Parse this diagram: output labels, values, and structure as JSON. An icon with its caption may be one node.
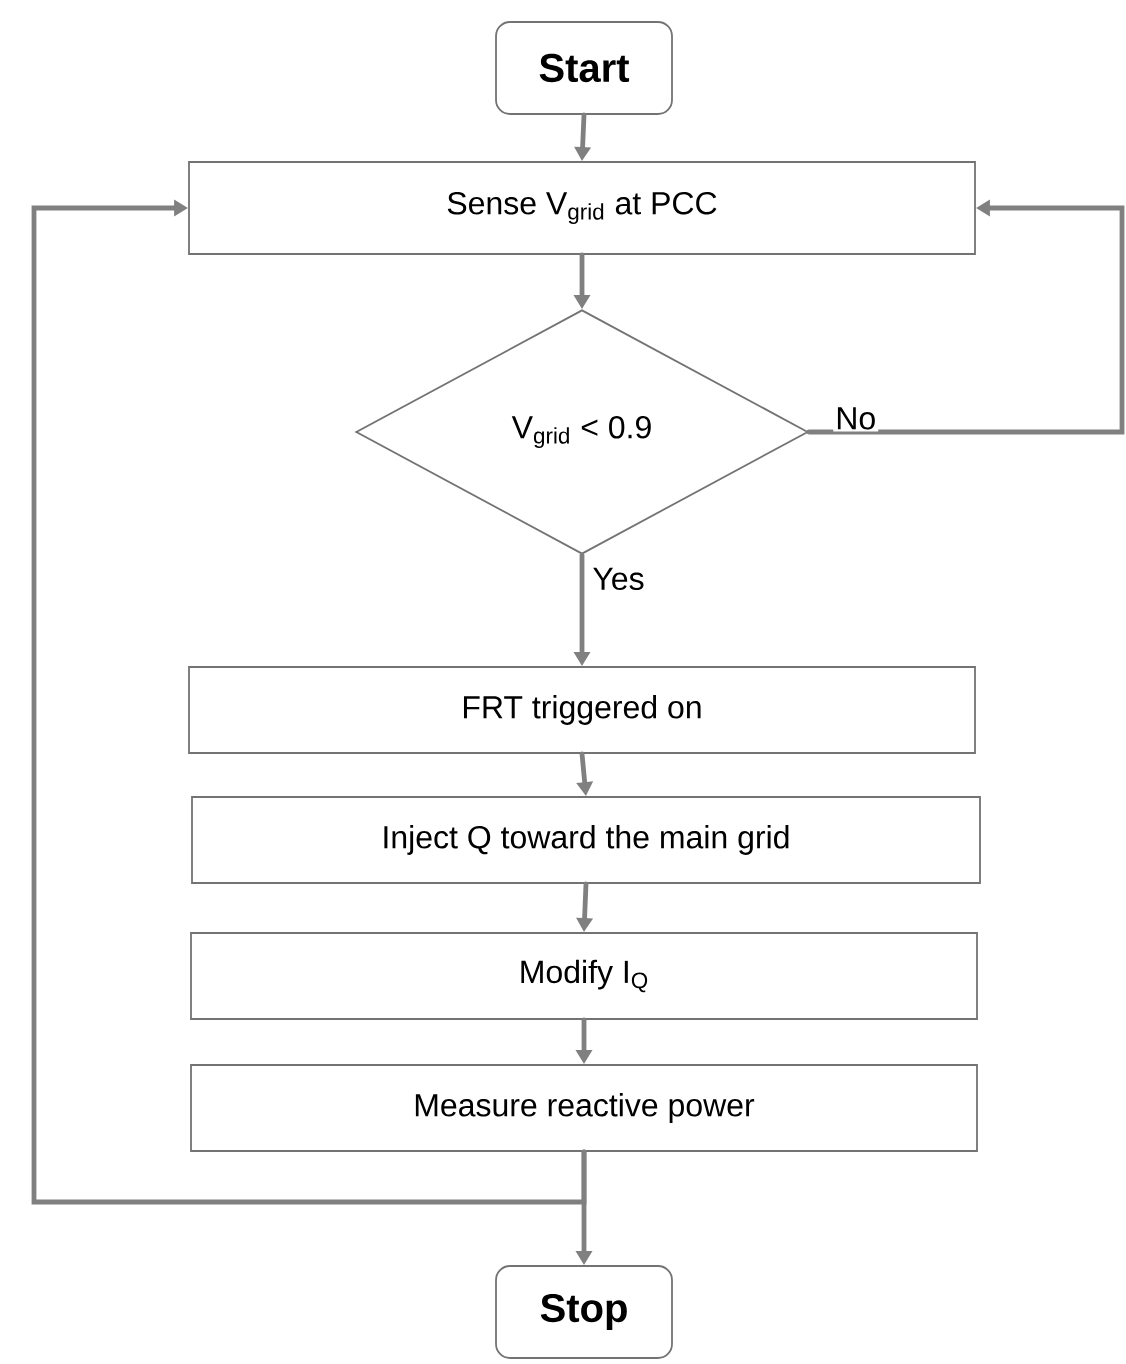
{
  "diagram": {
    "nodes": [
      {
        "text": [
          "Start"
        ]
      },
      {
        "text": [
          "Sense V$_{grid}$ at PCC"
        ]
      },
      {
        "text": [
          "V$_{grid}$ < 0.9"
        ]
      },
      {
        "text": [
          "FRT triggered on"
        ]
      },
      {
        "text": [
          "Inject Q toward the main grid"
        ]
      },
      {
        "text": [
          "Modify I$_{Q}$"
        ]
      },
      {
        "text": [
          "Measure reactive power"
        ]
      },
      {
        "text": [
          "Stop"
        ]
      }
    ],
    "edges": [
      {
        "from": 0,
        "to": 1,
        "arrow": "to"
      },
      {
        "from": 1,
        "to": 2,
        "arrow": "to"
      },
      {
        "from": 2,
        "to": 3,
        "arrow": "to",
        "label": "Yes"
      },
      {
        "from": 3,
        "to": 4,
        "arrow": "to"
      },
      {
        "from": 4,
        "to": 5,
        "arrow": "to"
      },
      {
        "from": 5,
        "to": 6,
        "arrow": "to"
      },
      {
        "from": 6,
        "to": 7,
        "arrow": "to"
      },
      {
        "from": 6,
        "to": 1,
        "arrow": "to"
      },
      {
        "from": 2,
        "to": 1,
        "arrow": "to",
        "label": "No"
      }
    ]
  }
}
